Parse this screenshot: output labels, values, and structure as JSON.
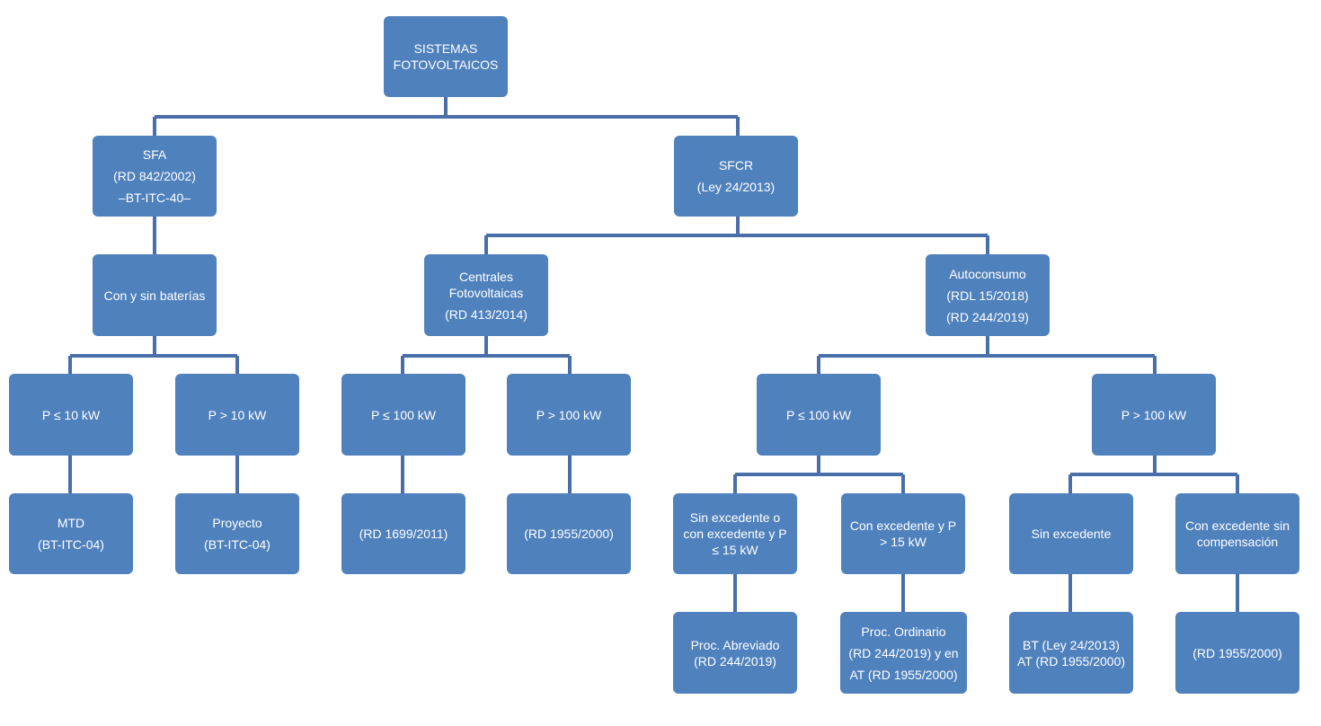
{
  "nodes": {
    "root": {
      "lines": [
        "SISTEMAS",
        "FOTOVOLTAICOS"
      ]
    },
    "sfa": {
      "lines": [
        "SFA",
        "(RD 842/2002)",
        "–BT-ITC-40–"
      ]
    },
    "sfcr": {
      "lines": [
        "SFCR",
        "(Ley 24/2013)"
      ]
    },
    "baterias": {
      "lines": [
        "Con y sin baterías"
      ]
    },
    "centrales": {
      "lines": [
        "Centrales",
        "Fotovoltaicas",
        "(RD 413/2014)"
      ]
    },
    "autoconsumo": {
      "lines": [
        "Autoconsumo",
        "(RDL 15/2018)",
        "(RD 244/2019)"
      ]
    },
    "sfa_le10": {
      "lines": [
        "P ≤ 10 kW"
      ]
    },
    "sfa_gt10": {
      "lines": [
        "P > 10 kW"
      ]
    },
    "cen_le100": {
      "lines": [
        "P ≤ 100 kW"
      ]
    },
    "cen_gt100": {
      "lines": [
        "P > 100 kW"
      ]
    },
    "aut_le100": {
      "lines": [
        "P ≤ 100 kW"
      ]
    },
    "aut_gt100": {
      "lines": [
        "P > 100 kW"
      ]
    },
    "mtd": {
      "lines": [
        "MTD",
        "(BT-ITC-04)"
      ]
    },
    "proyecto": {
      "lines": [
        "Proyecto",
        "(BT-ITC-04)"
      ]
    },
    "rd1699": {
      "lines": [
        "(RD 1699/2011)"
      ]
    },
    "rd1955a": {
      "lines": [
        "(RD 1955/2000)"
      ]
    },
    "sin_exc_15": {
      "lines": [
        "Sin excedente o",
        "con excedente y P",
        "≤ 15 kW"
      ]
    },
    "con_exc_15": {
      "lines": [
        "Con excedente y P",
        "> 15 kW"
      ]
    },
    "sin_exc": {
      "lines": [
        "Sin excedente"
      ]
    },
    "con_exc_sin_comp": {
      "lines": [
        "Con excedente sin",
        "compensación"
      ]
    },
    "abreviado": {
      "lines": [
        "Proc. Abreviado",
        "(RD 244/2019)"
      ]
    },
    "ordinario": {
      "lines": [
        "Proc. Ordinario",
        "(RD 244/2019) y en",
        "AT (RD 1955/2000)"
      ]
    },
    "bt_at": {
      "lines": [
        "BT  (Ley 24/2013)",
        "AT (RD 1955/2000)"
      ]
    },
    "rd1955b": {
      "lines": [
        "(RD 1955/2000)"
      ]
    }
  },
  "colors": {
    "box": "#4f81bd",
    "connector": "#4a6fa8",
    "text": "#ffffff"
  }
}
